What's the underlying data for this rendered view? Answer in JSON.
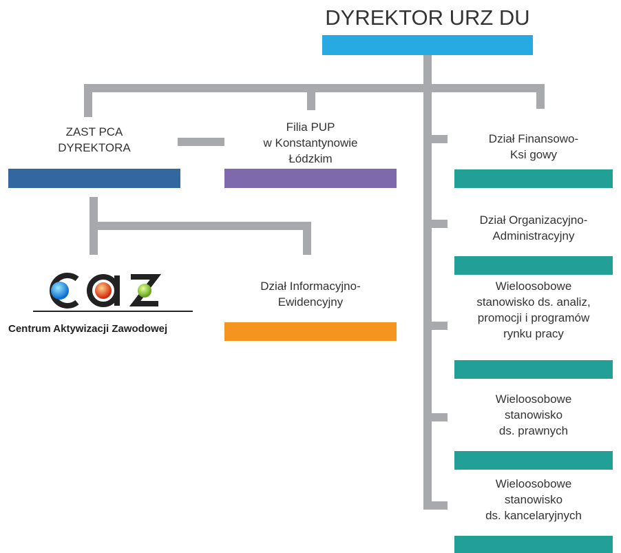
{
  "director": {
    "title": "DYREKTOR URZ DU"
  },
  "deputy": {
    "lines": [
      "ZAST PCA",
      "DYREKTORA"
    ]
  },
  "branch": {
    "lines": [
      "Filia PUP",
      "w Konstantynowie",
      "Łódzkim"
    ]
  },
  "info_dept": {
    "lines": [
      "Dział Informacyjno-",
      "Ewidencyjny"
    ]
  },
  "right_units": [
    {
      "lines": [
        "Dział Finansowo-",
        "Ksi gowy"
      ]
    },
    {
      "lines": [
        "Dział Organizacyjno-",
        "Administracyjny"
      ]
    },
    {
      "lines": [
        "Wieloosobowe",
        "stanowisko ds. analiz,",
        "promocji i programów",
        "rynku pracy"
      ]
    },
    {
      "lines": [
        "Wieloosobowe",
        "stanowisko",
        "ds. prawnych"
      ]
    },
    {
      "lines": [
        "Wieloosobowe",
        "stanowisko",
        "ds. kancelaryjnych"
      ]
    }
  ],
  "caz_logo": {
    "letters": [
      "c",
      "a",
      "z"
    ],
    "caption": "Centrum Aktywizacji Zawodowej"
  },
  "colors": {
    "director": "#27aae1",
    "deputy": "#32679f",
    "branch": "#7e69ad",
    "info_dept": "#f5951f",
    "right_units": "#22a098",
    "connector": "#a7a9ac"
  }
}
